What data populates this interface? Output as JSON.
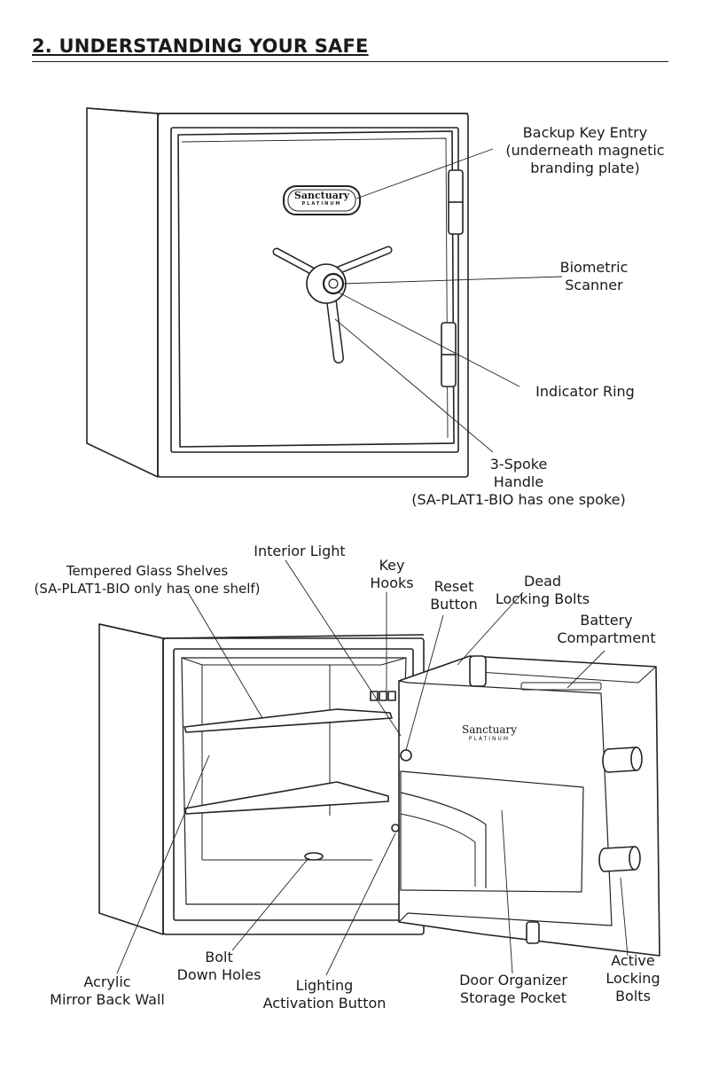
{
  "page": {
    "title": "2. UNDERSTANDING YOUR SAFE"
  },
  "brand": {
    "name": "Sanctuary",
    "tier": "PLATINUM"
  },
  "labels": {
    "backup_key": [
      "Backup Key Entry",
      "(underneath magnetic",
      "branding plate)"
    ],
    "biometric": [
      "Biometric",
      "Scanner"
    ],
    "indicator_ring": [
      "Indicator Ring"
    ],
    "handle": [
      "3-Spoke",
      "Handle",
      "(SA-PLAT1-BIO has one spoke)"
    ],
    "interior_light": [
      "Interior Light"
    ],
    "glass_shelves": [
      "Tempered Glass Shelves",
      "(SA-PLAT1-BIO only has one shelf)"
    ],
    "key_hooks": [
      "Key",
      "Hooks"
    ],
    "reset_button": [
      "Reset",
      "Button"
    ],
    "dead_bolts": [
      "Dead",
      "Locking Bolts"
    ],
    "battery": [
      "Battery",
      "Compartment"
    ],
    "acrylic_mirror": [
      "Acrylic",
      "Mirror Back Wall"
    ],
    "bolt_down": [
      "Bolt",
      "Down Holes"
    ],
    "lighting_button": [
      "Lighting",
      "Activation Button"
    ],
    "organizer": [
      "Door Organizer",
      "Storage Pocket"
    ],
    "active_bolts": [
      "Active",
      "Locking",
      "Bolts"
    ]
  }
}
